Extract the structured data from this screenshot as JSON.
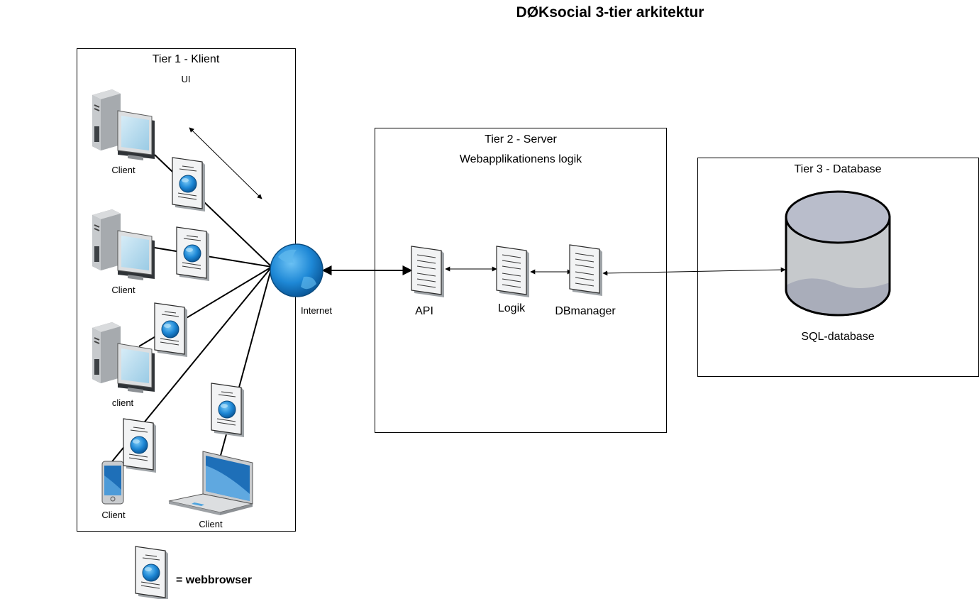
{
  "title": "DØKsocial 3-tier arkitektur",
  "tier1": {
    "title": "Tier 1 - Klient",
    "subtitle": "UI",
    "clients": [
      "Client",
      "Client",
      "client",
      "Client",
      "Client"
    ]
  },
  "internet_label": "Internet",
  "tier2": {
    "title": "Tier 2 - Server",
    "subtitle": "Webapplikationens logik",
    "components": [
      "API",
      "Logik",
      "DBmanager"
    ]
  },
  "tier3": {
    "title": "Tier 3 - Database",
    "db_label": "SQL-database"
  },
  "legend": "= webbrowser",
  "colors": {
    "globe": "#1E88D6",
    "db_body": "#C6C9CC",
    "db_top": "#B9BDCB",
    "screen": "#A9D4EA",
    "tower": "#B8BCC0"
  },
  "icons": {
    "webbrowser": "browser-page-globe-icon",
    "desktop": "desktop-computer-icon",
    "tablet": "tablet-icon",
    "laptop": "laptop-icon",
    "internet": "globe-icon",
    "document": "document-icon",
    "database": "database-cylinder-icon"
  }
}
